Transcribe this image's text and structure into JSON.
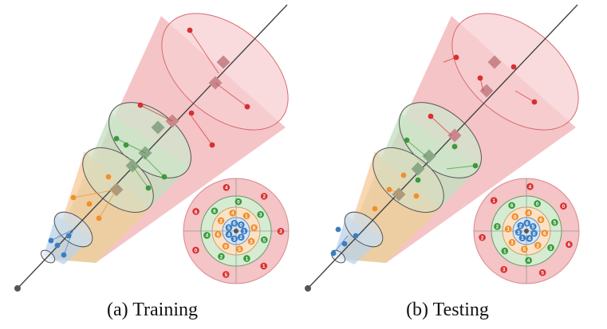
{
  "captions": {
    "training": "(a) Training",
    "testing": "(b) Testing"
  },
  "colors": {
    "blue": "#3b7dc2",
    "orange": "#f28f2a",
    "green": "#3a9a3a",
    "red": "#d83030",
    "axis": "#444444",
    "cone_red_fill": "#f2b0b4",
    "cone_orange_fill": "#f7ca98",
    "cone_green_fill": "#bfe0bd",
    "cone_blue_fill": "#b9d2ea",
    "disk_red_ring": "#f4c4c6",
    "disk_green_ring": "#d5ecd3",
    "disk_orange_ring": "#fbe2c6",
    "disk_blue_ring": "#d6e6f6"
  },
  "panels": [
    {
      "id": "training",
      "disk_badges": [
        {
          "ring": "blue",
          "labels": [
            "1",
            "2",
            "3",
            "4",
            "5",
            "6",
            "0"
          ]
        },
        {
          "ring": "orange",
          "labels": [
            "3",
            "5",
            "0",
            "6",
            "2",
            "4",
            "1",
            "6"
          ]
        },
        {
          "ring": "green",
          "labels": [
            "1",
            "2",
            "4",
            "6",
            "0",
            "3",
            "5"
          ]
        },
        {
          "ring": "red",
          "labels": [
            "5",
            "0",
            "6",
            "4",
            "2",
            "3",
            "1"
          ]
        }
      ]
    },
    {
      "id": "testing",
      "disk_badges": [
        {
          "ring": "blue",
          "labels": [
            "0",
            "4",
            "1",
            "3",
            "2",
            "6",
            "5"
          ]
        },
        {
          "ring": "orange",
          "labels": [
            "2",
            "5",
            "3",
            "1",
            "0",
            "4",
            "6",
            "6"
          ]
        },
        {
          "ring": "green",
          "labels": [
            "4",
            "1",
            "2",
            "6",
            "0",
            "5",
            "3"
          ]
        },
        {
          "ring": "red",
          "labels": [
            "3",
            "2",
            "1",
            "4",
            "0",
            "6",
            "5"
          ]
        }
      ]
    }
  ]
}
